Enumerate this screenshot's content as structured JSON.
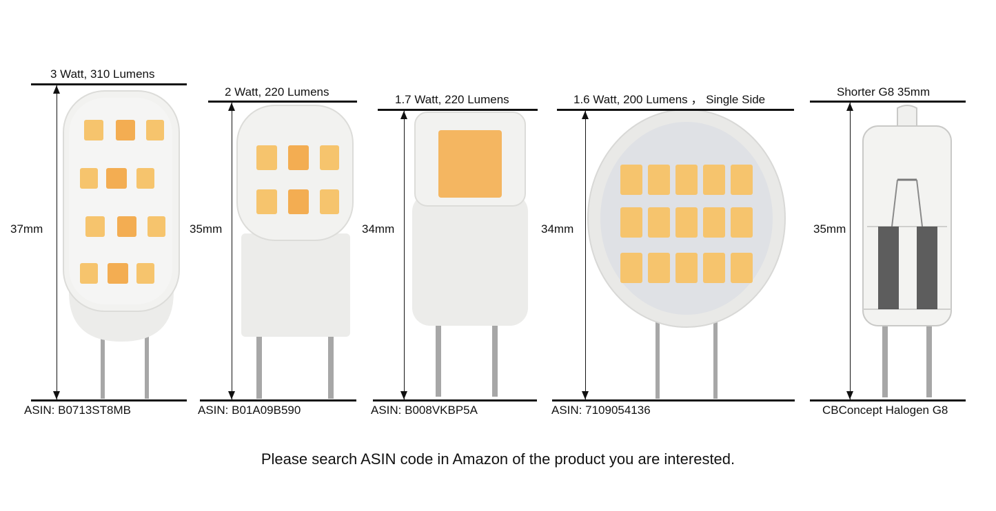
{
  "products": [
    {
      "top_label": "3 Watt, 310 Lumens",
      "height_label": "37mm",
      "bottom_label": "ASIN:   B0713ST8MB",
      "bulb_icon": "led-corn-bulb-icon"
    },
    {
      "top_label": "2 Watt, 220 Lumens",
      "height_label": "35mm",
      "bottom_label": "ASIN:   B01A09B590",
      "bulb_icon": "led-corn-bulb-icon"
    },
    {
      "top_label": "1.7 Watt, 220 Lumens",
      "height_label": "34mm",
      "bottom_label": "ASIN:   B008VKBP5A",
      "bulb_icon": "cob-led-bulb-icon"
    },
    {
      "top_label": "1.6 Watt, 200 Lumens ，  Single Side",
      "height_label": "34mm",
      "bottom_label": "ASIN:  7109054136",
      "bulb_icon": "disc-led-bulb-icon"
    },
    {
      "top_label": "Shorter G8 35mm",
      "height_label": "35mm",
      "bottom_label": "CBConcept Halogen G8",
      "bulb_icon": "halogen-bulb-icon"
    }
  ],
  "footer_text": "Please search ASIN code in Amazon of the product you are interested.",
  "colors": {
    "led_warm": "#f6c46d",
    "led_amber": "#f3ad52",
    "base_white": "#ececea",
    "pin_metal": "#9a9a9a",
    "line": "#111111"
  }
}
